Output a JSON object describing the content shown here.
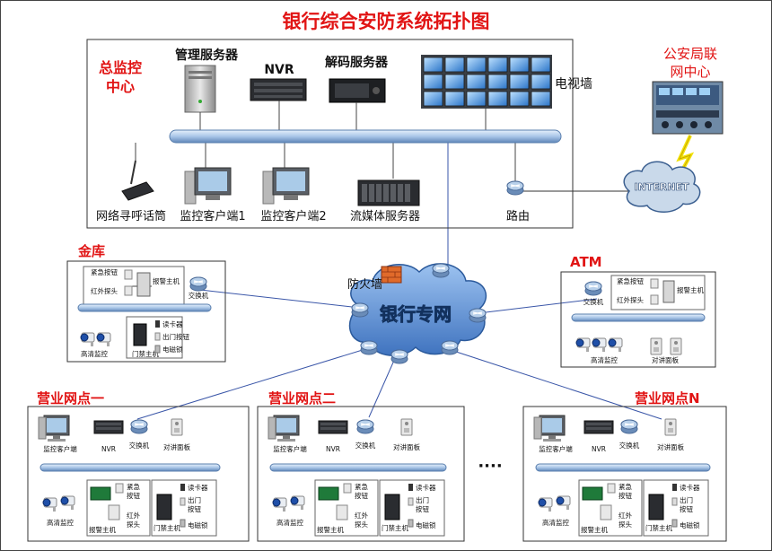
{
  "title": "银行综合安防系统拓扑图",
  "colors": {
    "title_red": "#e11414",
    "pipe_blue": "#a9c6e8",
    "cloud_blue": "#5b8fd0",
    "line_blue": "#3a56a8"
  },
  "center": {
    "label_line1": "总监控",
    "label_line2": "中心",
    "mgmt_server": "管理服务器",
    "nvr": "NVR",
    "decode_server": "解码服务器",
    "tv_wall": "电视墙",
    "paging_mic": "网络寻呼话筒",
    "client1": "监控客户端1",
    "client2": "监控客户端2",
    "stream_server": "流媒体服务器",
    "router": "路由"
  },
  "police": {
    "line1": "公安局联",
    "line2": "网中心"
  },
  "internet": "INTERNET",
  "cloud": {
    "label": "银行专网",
    "firewall": "防火墙"
  },
  "vault": {
    "title": "金库",
    "emergency_button": "紧急按钮",
    "ir_probe": "红外探头",
    "alarm_host": "报警主机",
    "switch": "交换机",
    "hd_camera": "高清监控",
    "door_host": "门禁主机",
    "card_reader": "读卡器",
    "exit_button": "出门按钮",
    "mag_lock": "电磁锁"
  },
  "atm": {
    "title": "ATM",
    "switch": "交换机",
    "emergency_button": "紧急按钮",
    "alarm_host": "报警主机",
    "ir_probe": "红外探头",
    "hd_camera": "高清监控",
    "intercom": "对讲面板"
  },
  "branches": [
    {
      "title": "营业网点一"
    },
    {
      "title": "营业网点二"
    },
    {
      "title": "营业网点N"
    }
  ],
  "branch_labels": {
    "client": "监控客户端",
    "nvr": "NVR",
    "switch": "交换机",
    "intercom": "对讲面板",
    "hd_camera": "高清监控",
    "emergency_1": "紧急",
    "emergency_2": "按钮",
    "ir_1": "红外",
    "ir_2": "探头",
    "alarm_host": "报警主机",
    "door_host": "门禁主机",
    "card_reader": "读卡器",
    "exit_1": "出门",
    "exit_2": "按钮",
    "mag_lock": "电磁锁"
  },
  "ellipsis": "····"
}
